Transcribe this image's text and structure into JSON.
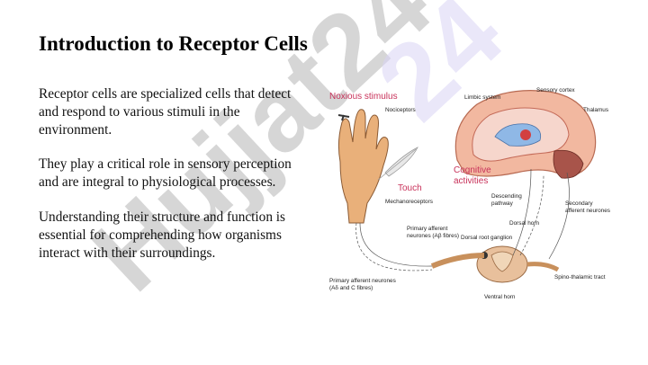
{
  "title": "Introduction to Receptor Cells",
  "paragraphs": [
    "Receptor cells are specialized cells that detect and respond to various stimuli in the environment.",
    "They play a critical role in sensory perception and are integral to physiological processes.",
    "Understanding their structure and function is essential for comprehending how organisms interact with their surroundings."
  ],
  "watermark": {
    "text": "Hujjat24"
  },
  "diagram_labels": {
    "noxious_stimulus": "Noxious stimulus",
    "nociceptors": "Nociceptors",
    "touch": "Touch",
    "mechanoreceptors": "Mechanoreceptors",
    "primary_afferent_ab_1": "Primary afferent",
    "primary_afferent_ab_2": "neurones (Aβ fibres)",
    "primary_afferent_ad_1": "Primary afferent neurones",
    "primary_afferent_ad_2": "(Aδ and C fibres)",
    "limbic_system": "Limbic system",
    "sensory_cortex": "Sensory cortex",
    "thalamus": "Thalamus",
    "cognitive_1": "Cognitive",
    "cognitive_2": "activities",
    "descending_1": "Descending",
    "descending_2": "pathway",
    "secondary_1": "Secondary",
    "secondary_2": "afferent neurones",
    "dorsal_horn": "Dorsal horn",
    "dorsal_root_ganglion": "Dorsal root ganglion",
    "spino_thalamic": "Spino-thalamic tract",
    "ventral_horn": "Ventral horn"
  },
  "colors": {
    "watermark": "#d9d4f5",
    "watermark_gray": "#cfcfcf",
    "accent_label": "#c8325a"
  }
}
